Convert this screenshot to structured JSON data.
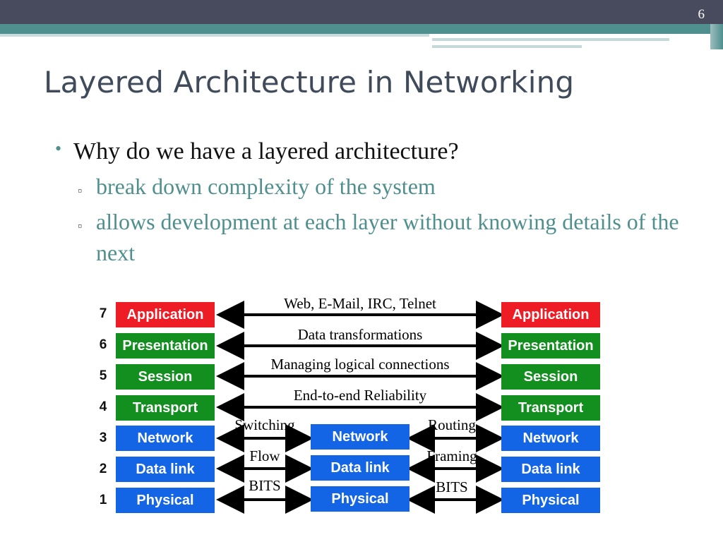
{
  "slide_number": "6",
  "title": "Layered Architecture in Networking",
  "bullet": {
    "symbol": "•",
    "text": "Why do we have a layered architecture?"
  },
  "sub_bullets": [
    {
      "symbol": "▫",
      "text": "break down complexity of the system"
    },
    {
      "symbol": "▫",
      "text": "allows development at each layer without knowing details of the next"
    }
  ],
  "colors": {
    "header_dark": "#474b5d",
    "accent_teal": "#4f8f8e",
    "layer_red": "#ee1c25",
    "layer_green": "#138f20",
    "layer_blue": "#1465e6"
  },
  "diagram": {
    "layers": [
      {
        "number": "7",
        "name": "Application"
      },
      {
        "number": "6",
        "name": "Presentation"
      },
      {
        "number": "5",
        "name": "Session"
      },
      {
        "number": "4",
        "name": "Transport"
      },
      {
        "number": "3",
        "name": "Network"
      },
      {
        "number": "2",
        "name": "Data link"
      },
      {
        "number": "1",
        "name": "Physical"
      }
    ],
    "middle_node": [
      "Network",
      "Data link",
      "Physical"
    ],
    "end_to_end_labels": [
      "Web, E-Mail, IRC, Telnet",
      "Data transformations",
      "Managing logical connections",
      "End-to-end Reliability"
    ],
    "left_hop_labels": [
      "Switching",
      "Flow",
      "BITS"
    ],
    "right_hop_labels": [
      "Routing",
      "Framing",
      "BITS"
    ]
  }
}
